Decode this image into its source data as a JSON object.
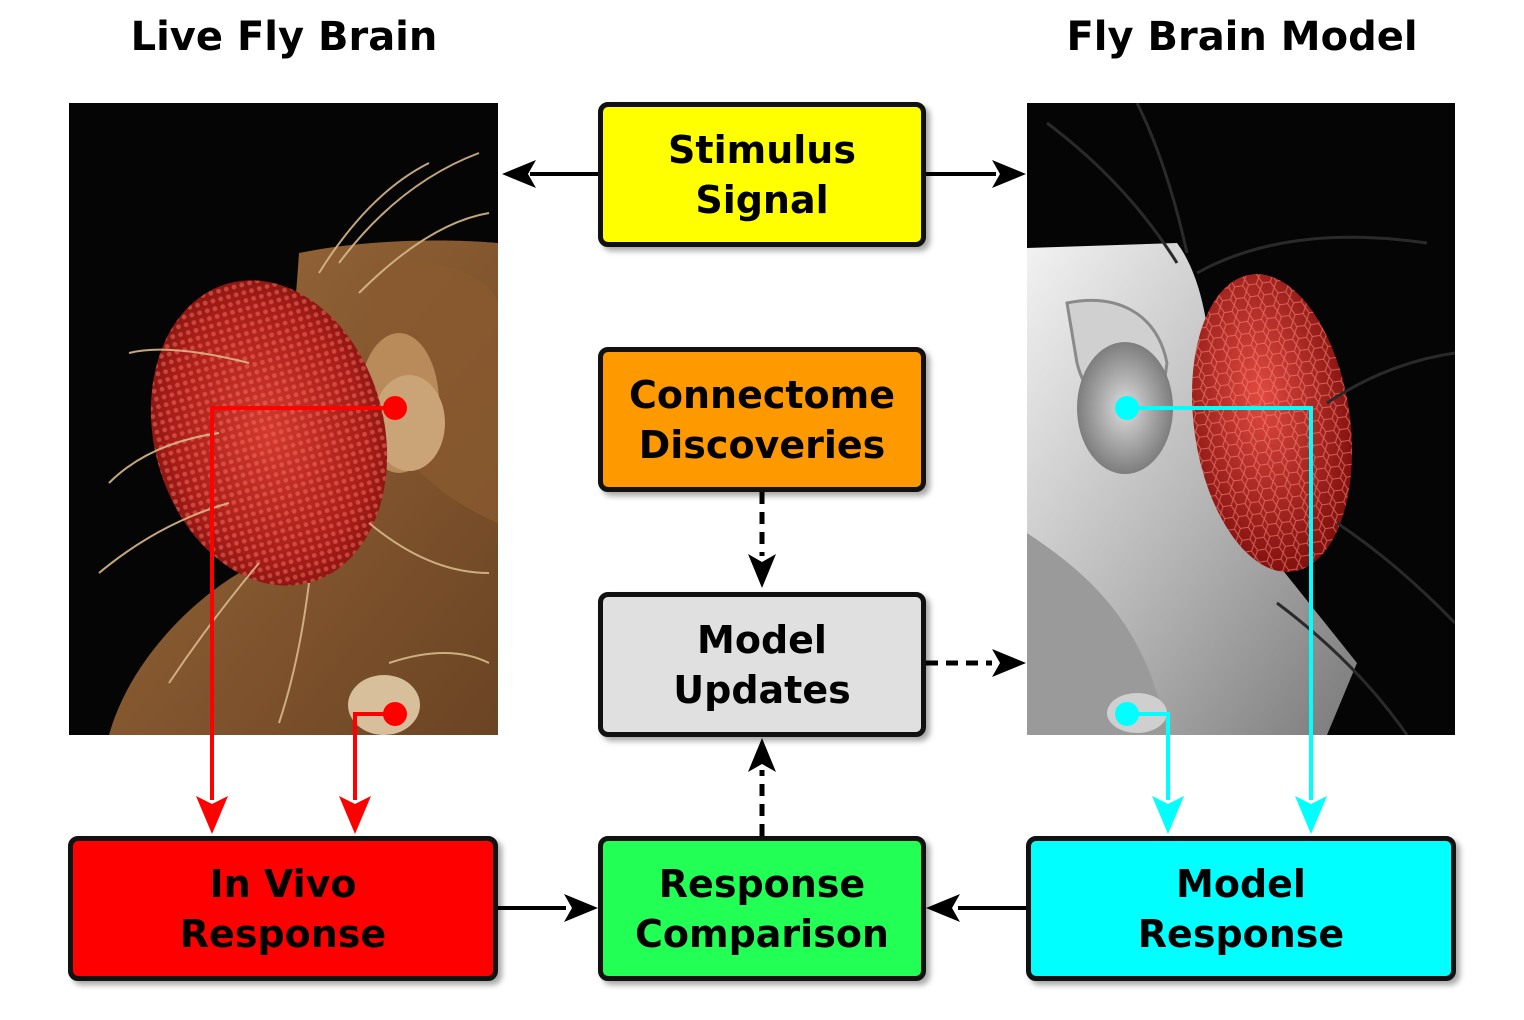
{
  "headings": {
    "left": "Live Fly Brain",
    "right": "Fly Brain Model"
  },
  "boxes": {
    "stimulus": {
      "line1": "Stimulus",
      "line2": "Signal",
      "color": "#ffff00"
    },
    "connectome": {
      "line1": "Connectome",
      "line2": "Discoveries",
      "color": "#ff9900"
    },
    "model_updates": {
      "line1": "Model",
      "line2": "Updates",
      "color": "#e0e0e0"
    },
    "in_vivo": {
      "line1": "In Vivo",
      "line2": "Response",
      "color": "#ff0000"
    },
    "comparison": {
      "line1": "Response",
      "line2": "Comparison",
      "color": "#22ff55"
    },
    "model_response": {
      "line1": "Model",
      "line2": "Response",
      "color": "#00ffff"
    }
  },
  "colors": {
    "live_signal": "#ff0000",
    "model_signal": "#00ffff",
    "arrow": "#000000"
  },
  "icons": {
    "left_image": "fly-head-micrograph",
    "right_image": "robotic-fly-head-render"
  }
}
